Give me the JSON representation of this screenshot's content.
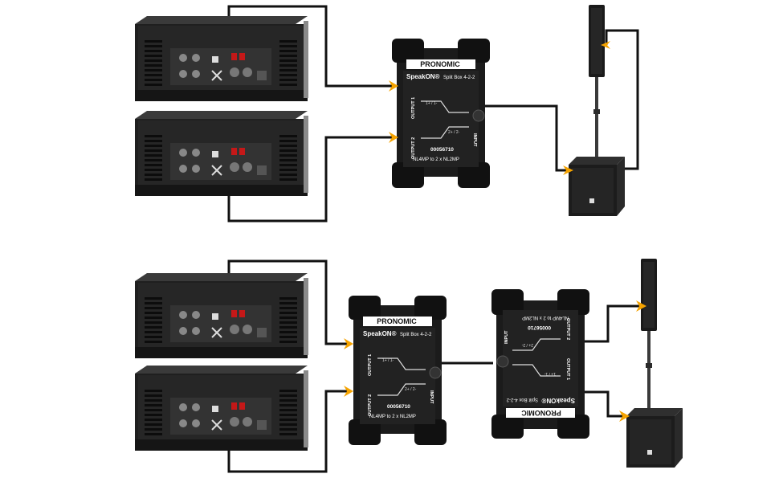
{
  "colors": {
    "cable": "#111111",
    "arrow": "#f5a300",
    "device": "#1c1c1c",
    "device_face": "#2a2a2a",
    "label": "#ffffff"
  },
  "split_box": {
    "brand": "PRONOMIC",
    "speakon": "SpeakON®",
    "model": "Split Box 4-2-2",
    "output1": "OUTPUT 1",
    "output2": "OUTPUT 2",
    "input": "INPUT",
    "pins1": "1+ / 1-",
    "pins2": "2+ / 2-",
    "article": "00056710",
    "desc": "NL4MP to 2 x NL2MP"
  },
  "icons": {
    "amplifier": "power-amplifier-rack-icon",
    "split_box": "speakon-split-box-icon",
    "column_speaker": "column-speaker-icon",
    "subwoofer": "subwoofer-icon",
    "arrow": "orange-arrow-icon"
  }
}
